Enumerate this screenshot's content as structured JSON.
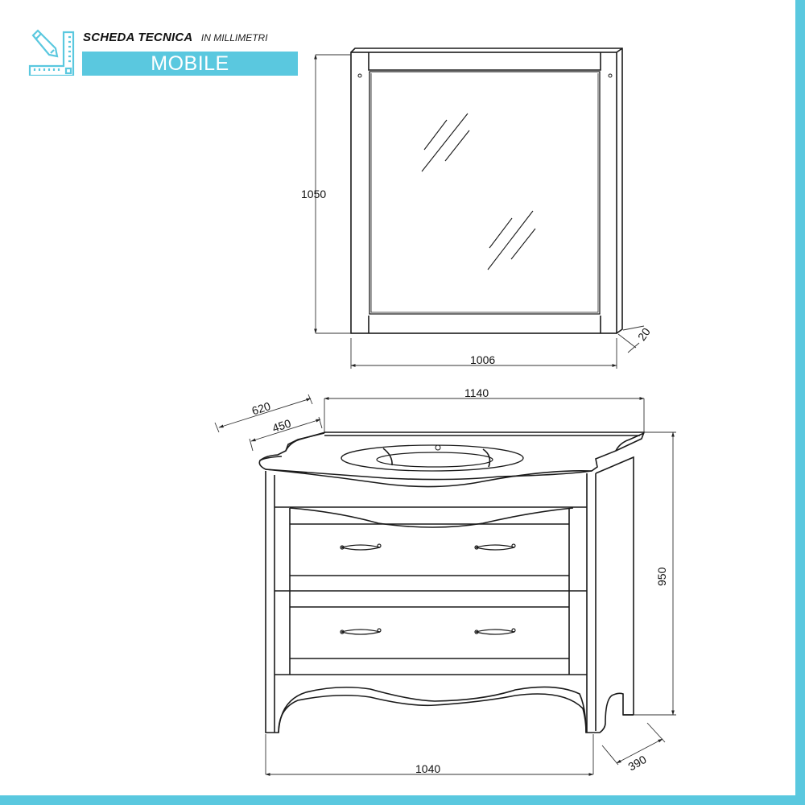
{
  "header": {
    "title": "SCHEDA TECNICA",
    "subtitle": "IN MILLIMETRI",
    "product_label": "MOBILE",
    "icon": "ruler-pencil-icon"
  },
  "colors": {
    "accent": "#5ac8df",
    "line": "#1a1a1a",
    "background": "#ffffff"
  },
  "mirror": {
    "height": "1050",
    "width": "1006",
    "depth": "20"
  },
  "cabinet": {
    "top_width": "1140",
    "top_depth": "620",
    "basin_depth": "450",
    "total_height": "950",
    "base_width": "1040",
    "base_depth": "390",
    "drawers": 2
  }
}
